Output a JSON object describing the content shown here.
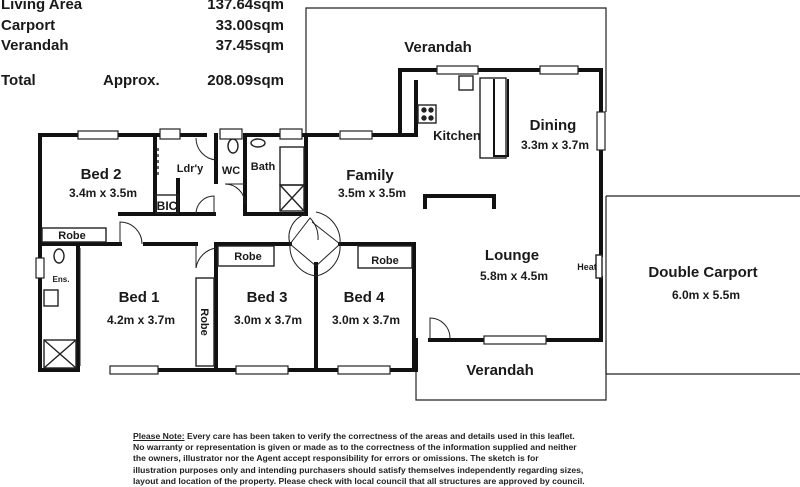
{
  "areas": [
    {
      "label": "Living Area",
      "value": "137.64sqm"
    },
    {
      "label": "Carport",
      "value": "33.00sqm"
    },
    {
      "label": "Verandah",
      "value": "37.45sqm"
    }
  ],
  "total": {
    "label": "Total",
    "qualifier": "Approx.",
    "value": "208.09sqm"
  },
  "rooms": {
    "verandah_top": {
      "name": "Verandah"
    },
    "kitchen": {
      "name": "Kitchen"
    },
    "dining": {
      "name": "Dining",
      "dims": "3.3m x 3.7m"
    },
    "family": {
      "name": "Family",
      "dims": "3.5m x 3.5m"
    },
    "bed2": {
      "name": "Bed 2",
      "dims": "3.4m x 3.5m"
    },
    "laundry": {
      "name": "Ldr'y"
    },
    "wc": {
      "name": "WC"
    },
    "bath": {
      "name": "Bath"
    },
    "bic": {
      "name": "BIC"
    },
    "robe_bed2": {
      "name": "Robe"
    },
    "ensuite": {
      "name": "Ens."
    },
    "bed1": {
      "name": "Bed 1",
      "dims": "4.2m x 3.7m"
    },
    "robe_bed1": {
      "name": "Robe"
    },
    "bed3": {
      "name": "Bed 3",
      "dims": "3.0m x 3.7m"
    },
    "robe_bed3": {
      "name": "Robe"
    },
    "bed4": {
      "name": "Bed 4",
      "dims": "3.0m x 3.7m"
    },
    "robe_bed4": {
      "name": "Robe"
    },
    "lounge": {
      "name": "Lounge",
      "dims": "5.8m x 4.5m"
    },
    "heater": {
      "name": "Heat"
    },
    "carport": {
      "name": "Double Carport",
      "dims": "6.0m x 5.5m"
    },
    "verandah_bottom": {
      "name": "Verandah"
    }
  },
  "disclaimer": {
    "heading": "Please Note:",
    "line1": "Every care has been taken to verify the correctness of the areas and details used in this leaflet.",
    "line2": "No warranty or representation is given or made as to the correctness of the information supplied and neither",
    "line3": "the owners, illustrator nor the Agent accept responsibility for errors or omissions. The sketch is for",
    "line4": "illustration purposes only and intending purchasers should satisfy themselves independently regarding sizes,",
    "line5": "layout and location of the property. Please check with local council that all structures are approved by council."
  }
}
